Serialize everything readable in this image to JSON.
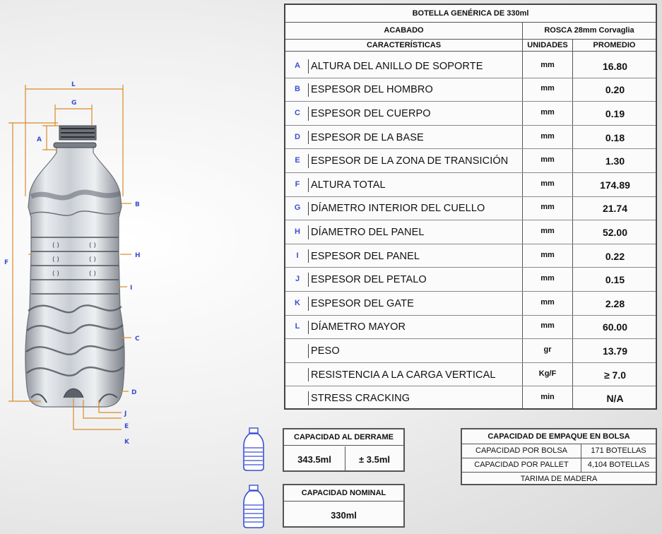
{
  "table": {
    "title": "BOTELLA GENÉRICA DE 330ml",
    "acabado_label": "ACABADO",
    "acabado_value": "ROSCA 28mm Corvaglia",
    "col_caracteristicas": "CARACTERÍSTICAS",
    "col_unidades": "UNIDADES",
    "col_promedio": "PROMEDIO",
    "rows": [
      {
        "letter": "A",
        "name": "ALTURA DEL ANILLO DE SOPORTE",
        "unit": "mm",
        "value": "16.80"
      },
      {
        "letter": "B",
        "name": "ESPESOR DEL HOMBRO",
        "unit": "mm",
        "value": "0.20"
      },
      {
        "letter": "C",
        "name": "ESPESOR DEL CUERPO",
        "unit": "mm",
        "value": "0.19"
      },
      {
        "letter": "D",
        "name": "ESPESOR DE LA BASE",
        "unit": "mm",
        "value": "0.18"
      },
      {
        "letter": "E",
        "name": "ESPESOR DE LA ZONA DE TRANSICIÓN",
        "unit": "mm",
        "value": "1.30"
      },
      {
        "letter": "F",
        "name": "ALTURA TOTAL",
        "unit": "mm",
        "value": "174.89"
      },
      {
        "letter": "G",
        "name": "DÍAMETRO INTERIOR DEL CUELLO",
        "unit": "mm",
        "value": "21.74"
      },
      {
        "letter": "H",
        "name": "DÍAMETRO DEL PANEL",
        "unit": "mm",
        "value": "52.00"
      },
      {
        "letter": "I",
        "name": "ESPESOR DEL PANEL",
        "unit": "mm",
        "value": "0.22"
      },
      {
        "letter": "J",
        "name": "ESPESOR DEL PETALO",
        "unit": "mm",
        "value": "0.15"
      },
      {
        "letter": "K",
        "name": "ESPESOR DEL GATE",
        "unit": "mm",
        "value": "2.28"
      },
      {
        "letter": "L",
        "name": "DÍAMETRO MAYOR",
        "unit": "mm",
        "value": "60.00"
      },
      {
        "letter": "",
        "name": "PESO",
        "unit": "gr",
        "value": "13.79"
      },
      {
        "letter": "",
        "name": "RESISTENCIA A LA CARGA VERTICAL",
        "unit": "Kg/F",
        "value": "≥ 7.0"
      },
      {
        "letter": "",
        "name": "STRESS CRACKING",
        "unit": "min",
        "value": "N/A"
      }
    ]
  },
  "derrame": {
    "title": "CAPACIDAD AL DERRAME",
    "value": "343.5ml",
    "tolerance": "± 3.5ml"
  },
  "nominal": {
    "title": "CAPACIDAD NOMINAL",
    "value": "330ml"
  },
  "empaque": {
    "title": "CAPACIDAD DE EMPAQUE EN BOLSA",
    "bolsa_label": "CAPACIDAD POR BOLSA",
    "bolsa_value": "171 BOTELLAS",
    "pallet_label": "CAPACIDAD POR PALLET",
    "pallet_value": "4,104 BOTELLAS",
    "tarima": "TARIMA DE MADERA"
  },
  "diagram_labels": {
    "L": "L",
    "G": "G",
    "A": "A",
    "F": "F",
    "B": "B",
    "H": "H",
    "I": "I",
    "C": "C",
    "D": "D",
    "J": "J",
    "E": "E",
    "K": "K"
  },
  "colors": {
    "label_blue": "#3b4fd0",
    "dimension_orange": "#d98a2b"
  }
}
